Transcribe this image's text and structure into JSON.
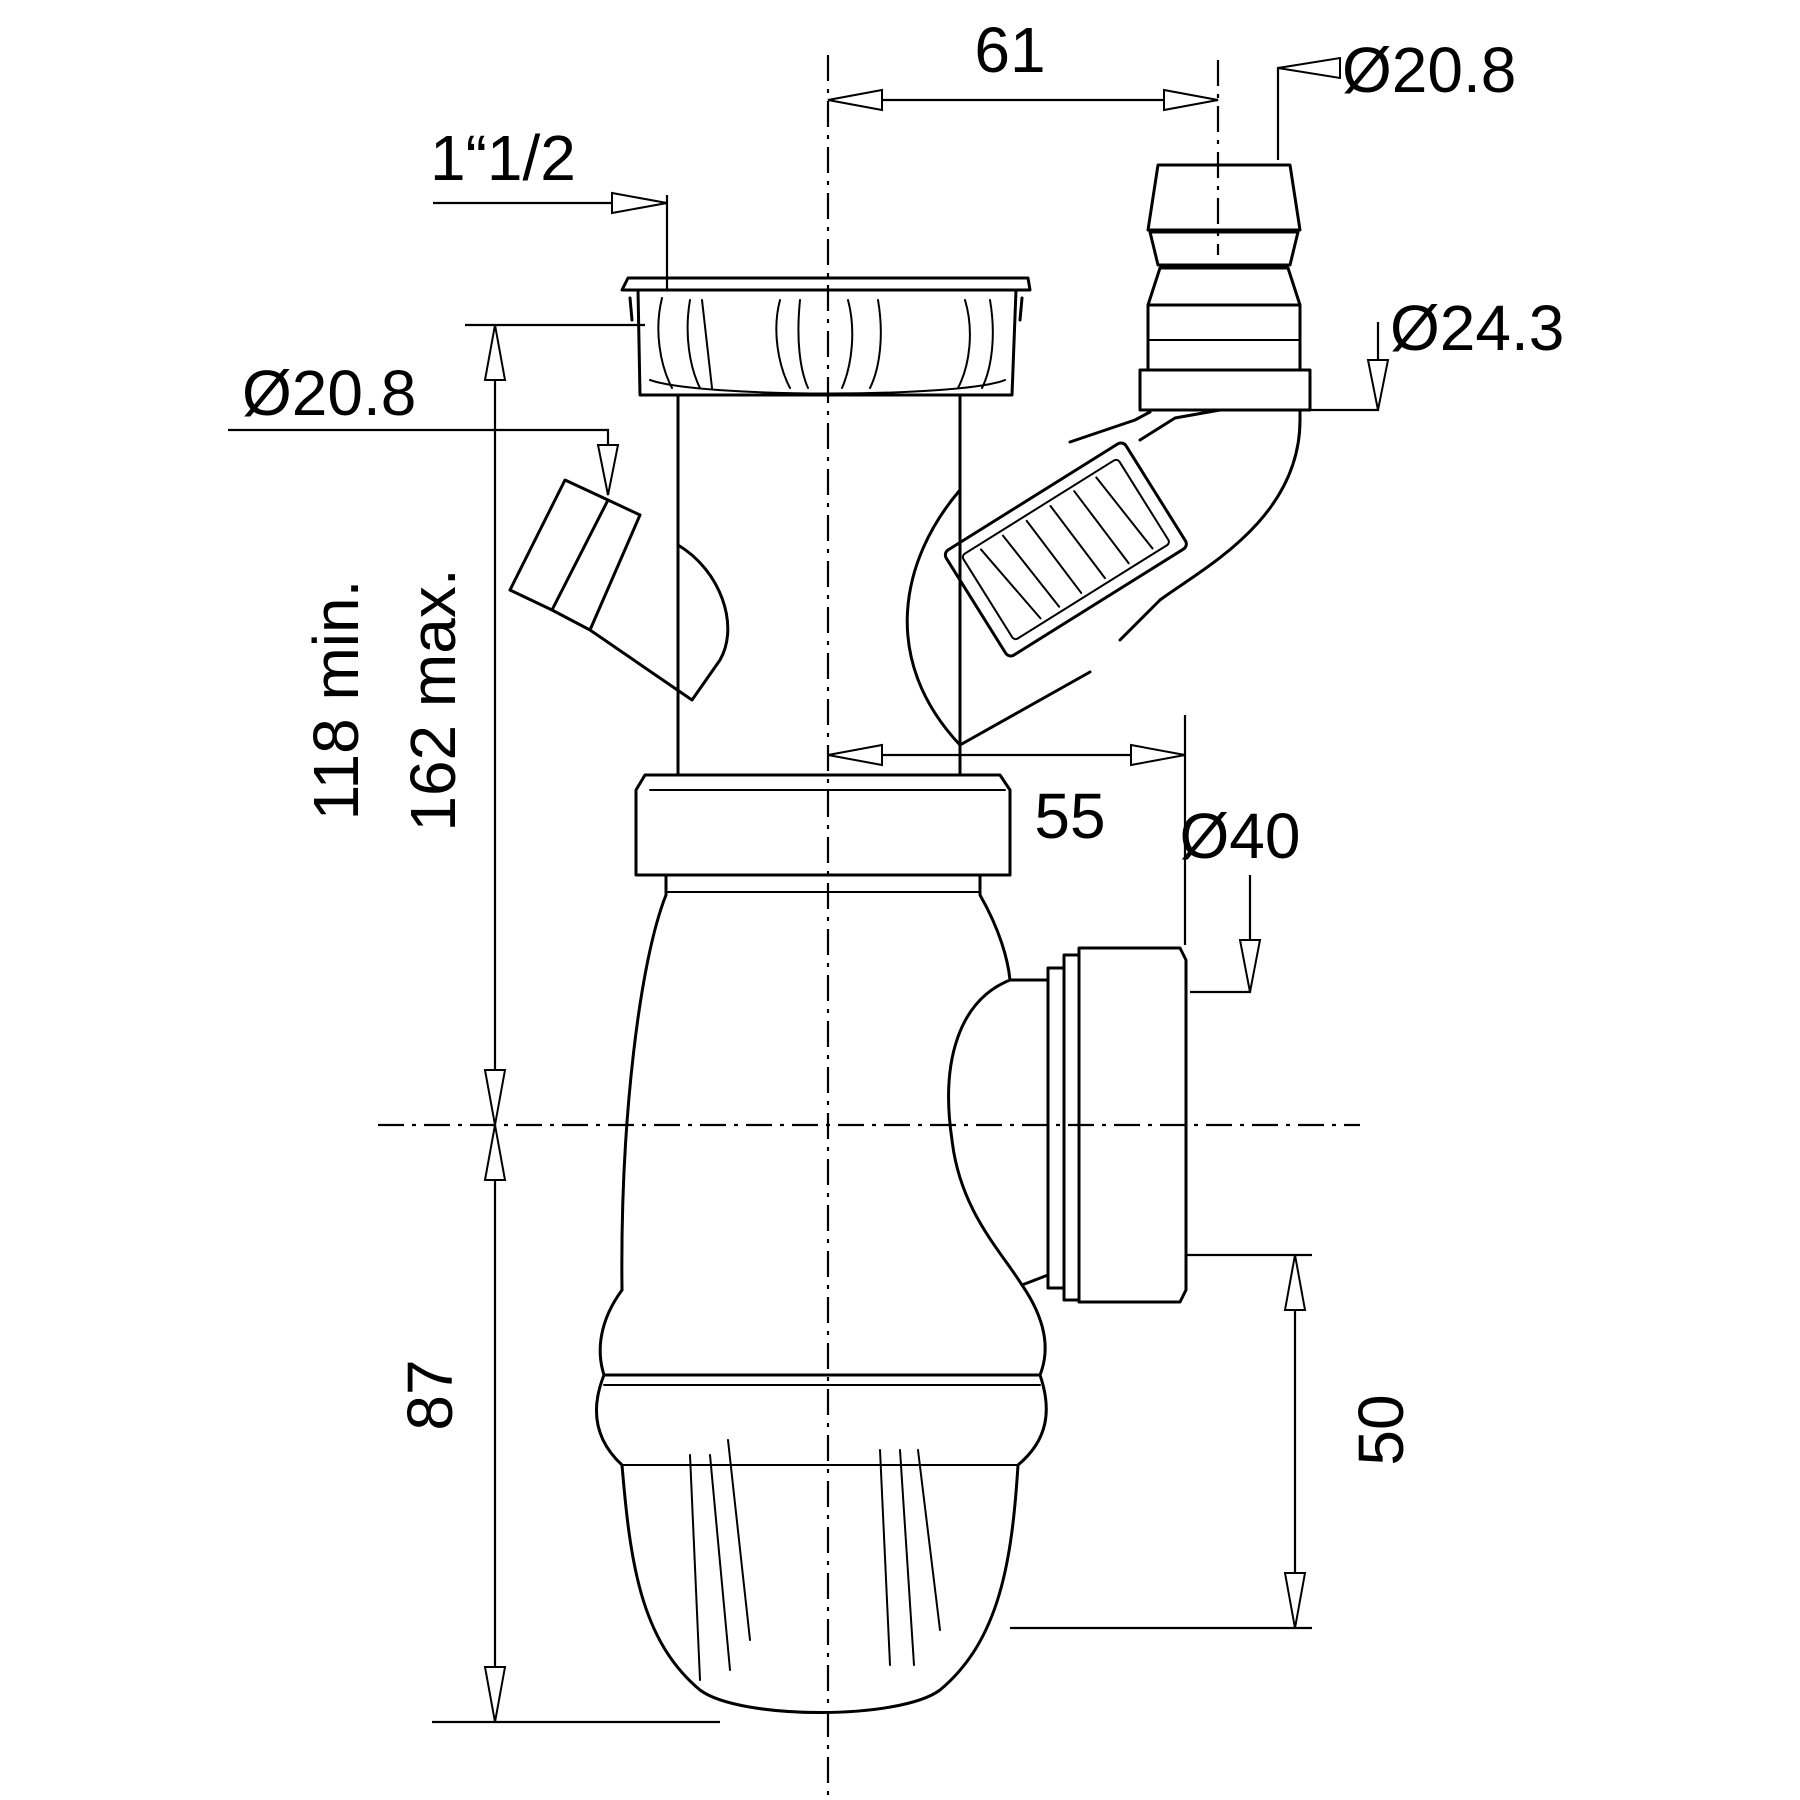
{
  "drawing": {
    "dimensions": {
      "offset_top": "61",
      "dia_hose_top": "Ø20.8",
      "thread_inlet": "1“1/2",
      "dia_left_spigot": "Ø20.8",
      "dia_hose_base": "Ø24.3",
      "height_min": "118 min.",
      "height_max": "162 max.",
      "outlet_offset": "55",
      "dia_outlet": "Ø40",
      "bottom_height": "87",
      "outlet_height": "50"
    }
  }
}
